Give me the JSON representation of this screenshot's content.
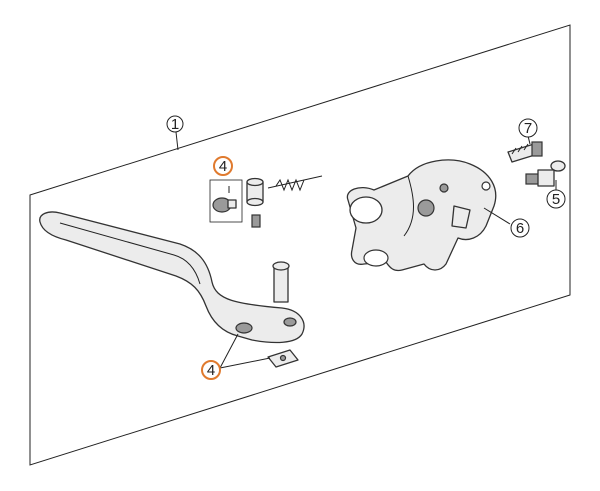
{
  "callouts": {
    "assembly": "1",
    "lever_kit_top": "4",
    "lever_kit_bottom": "4",
    "fitting": "5",
    "master_cylinder": "6",
    "bleed_screw": "7"
  },
  "colors": {
    "callout_highlight": "#e07a2e",
    "outline": "#333333",
    "part_fill": "#ececec"
  }
}
